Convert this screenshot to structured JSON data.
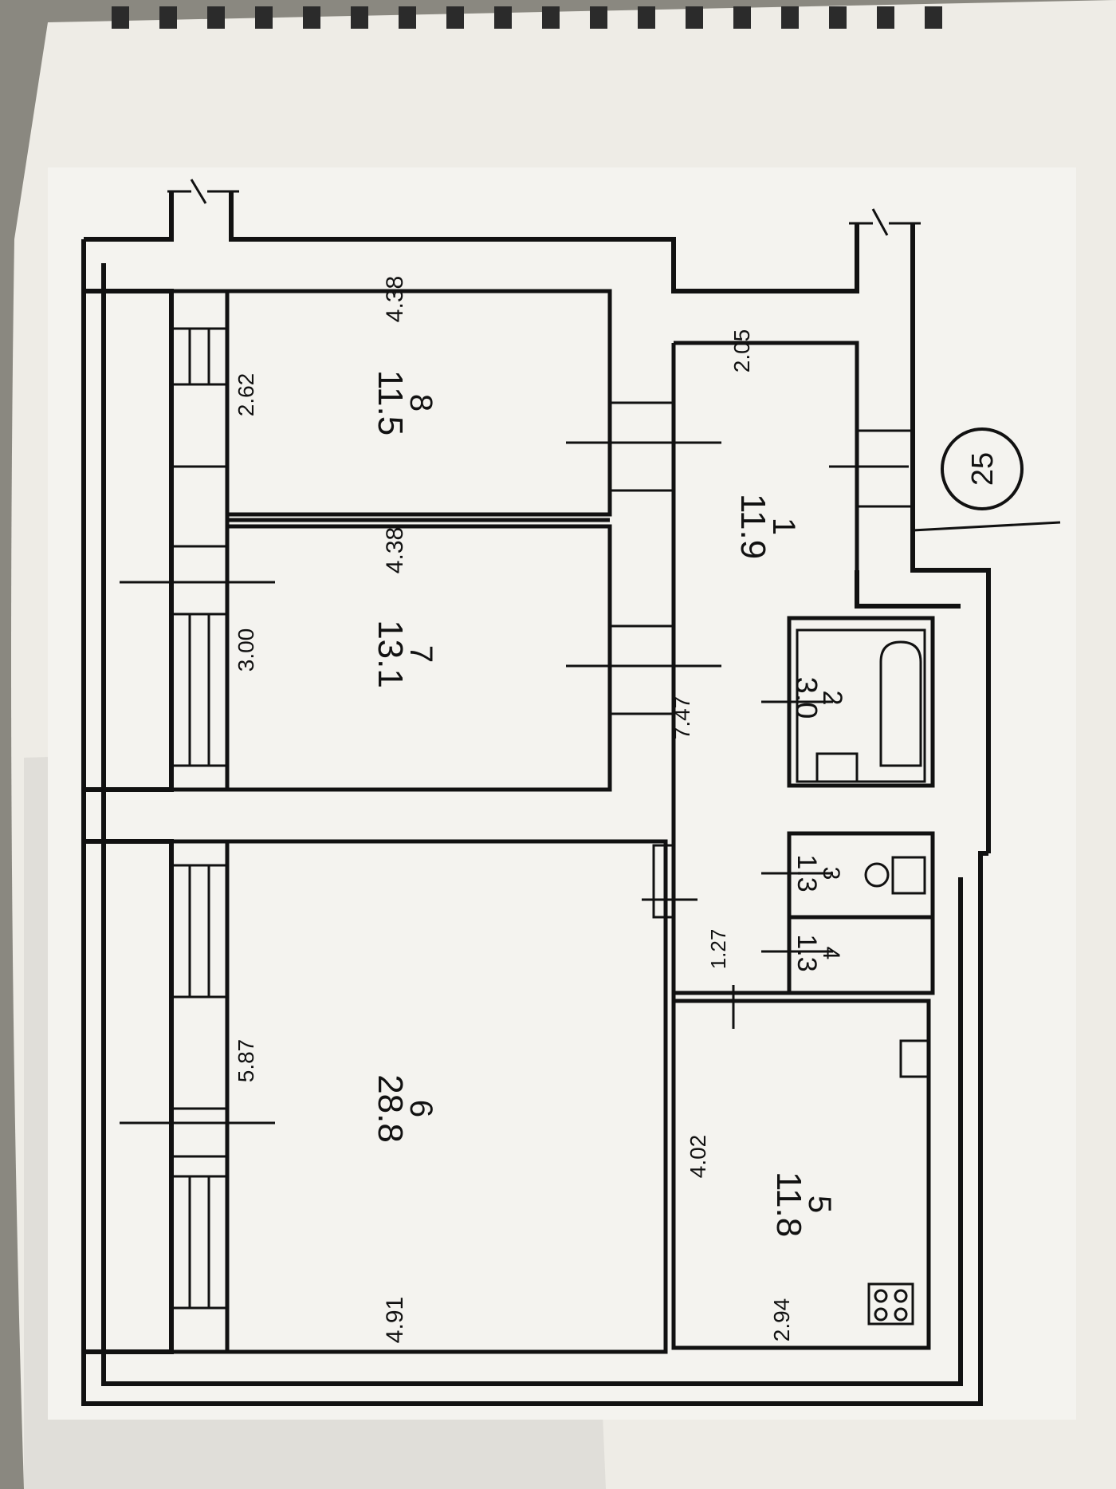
{
  "plan": {
    "apartment_number": "25",
    "rooms": [
      {
        "id": "room-1",
        "number": "1",
        "area": "11.9"
      },
      {
        "id": "room-2",
        "number": "2",
        "area": "3.0"
      },
      {
        "id": "room-3",
        "number": "3",
        "area": "1.3"
      },
      {
        "id": "room-4",
        "number": "4",
        "area": "1.3"
      },
      {
        "id": "room-5",
        "number": "5",
        "area": "11.8"
      },
      {
        "id": "room-6",
        "number": "6",
        "area": "28.8"
      },
      {
        "id": "room-7",
        "number": "7",
        "area": "13.1"
      },
      {
        "id": "room-8",
        "number": "8",
        "area": "11.5"
      }
    ],
    "dimensions": {
      "d_438_a": "4.38",
      "d_262": "2.62",
      "d_205": "2.05",
      "d_438_b": "4.38",
      "d_300": "3.00",
      "d_747": "7.47",
      "d_127": "1.27",
      "d_587": "5.87",
      "d_402": "4.02",
      "d_491": "4.91",
      "d_294": "2.94"
    }
  }
}
